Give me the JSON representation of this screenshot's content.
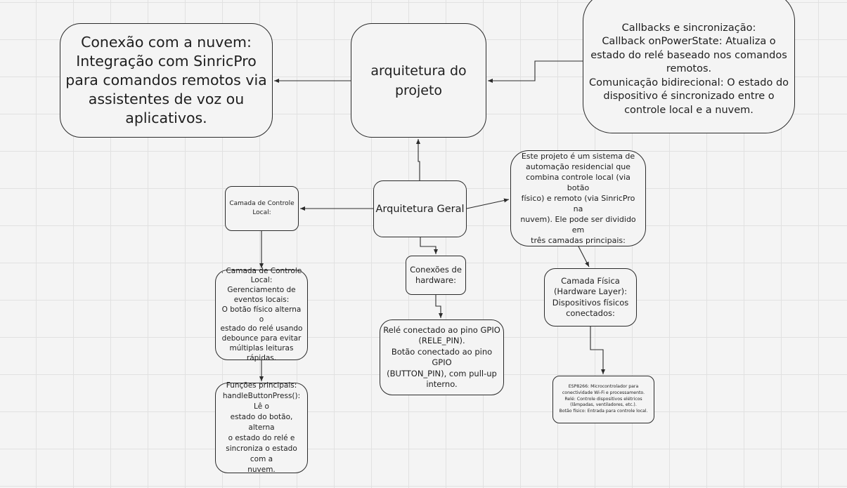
{
  "diagram": {
    "nodes": {
      "cloud": "Conexão com a nuvem:\nIntegração com SinricPro\npara comandos remotos via\nassistentes de voz ou\naplicativos.",
      "arquitetura_projeto": "arquitetura do\nprojeto",
      "callbacks": "Callbacks e sincronização:\nCallback onPowerState: Atualiza o\nestado do relé baseado nos comandos\nremotos.\nComunicação bidirecional: O estado do\ndispositivo é sincronizado entre o\ncontrole local e a nuvem.",
      "arquitetura_geral": "Arquitetura Geral",
      "camada_controle_local": "Camada de Controle\nLocal:",
      "descricao": "Este projeto é um sistema de\nautomação residencial que\ncombina controle local (via botão\nfísico) e remoto (via SinricPro na\nnuvem). Ele pode ser dividido em\ntrês camadas principais:",
      "conexoes_hardware": "Conexões de\nhardware:",
      "controle_local_detalhe": ". Camada de Controle\nLocal:\nGerenciamento de\neventos locais:\nO botão físico alterna o\nestado do relé usando\ndebounce para evitar\nmúltiplas leituras rápidas.",
      "rele": "Relé conectado ao pino GPIO\n(RELE_PIN).\nBotão conectado ao pino GPIO\n(BUTTON_PIN), com pull-up\ninterno.",
      "camada_fisica": "Camada Física\n(Hardware Layer):\nDispositivos físicos\nconectados:",
      "funcoes": "Funções principais:\nhandleButtonPress(): Lê o\nestado do botão, alterna\no estado do relé e\nsincroniza o estado com a\nnuvem.",
      "esp": "ESP8266: Microcontrolador para\nconectividade Wi-Fi e processamento.\nRelé: Controle dispositivos elétricos\n(lâmpadas, ventiladores, etc.).\nBotão físico: Entrada para controle local."
    },
    "colors": {
      "background": "#f4f4f4",
      "grid": "#e1e1e1",
      "stroke": "#2b2b2b"
    }
  }
}
